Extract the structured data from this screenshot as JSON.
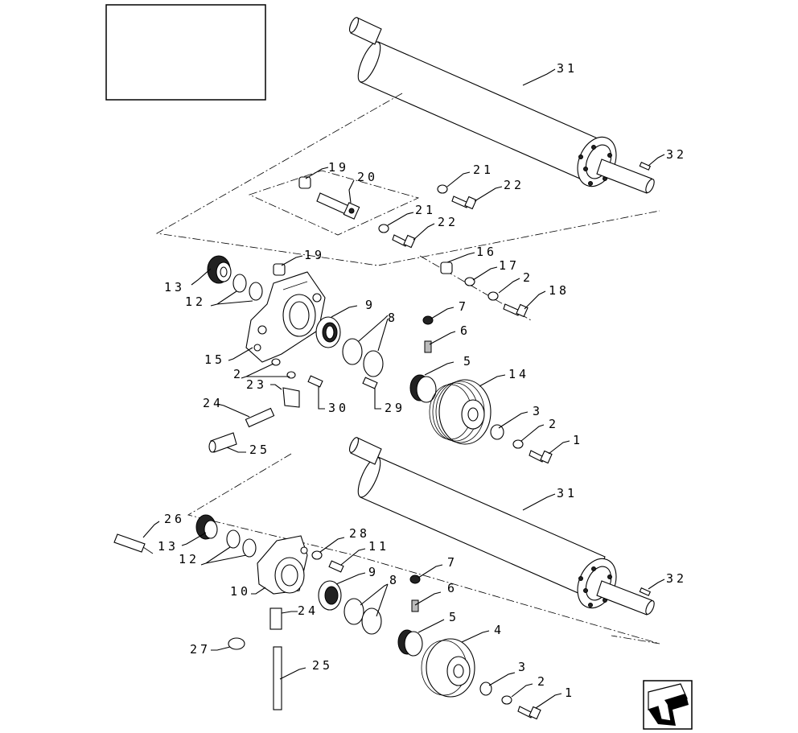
{
  "title_box": {
    "text": ""
  },
  "nav_arrow": {
    "icon": "previous-page-arrow-icon"
  },
  "callouts": {
    "c31a": "31",
    "c32a": "32",
    "c19a": "19",
    "c20": "20",
    "c21a": "21",
    "c22a": "22",
    "c21b": "21",
    "c22b": "22",
    "c19b": "19",
    "c16": "16",
    "c17": "17",
    "c2a": "2",
    "c18": "18",
    "c13a": "13",
    "c12a": "12",
    "c7a": "7",
    "c9a": "9",
    "c8a": "8",
    "c6a": "6",
    "c15": "15",
    "c5a": "5",
    "c14": "14",
    "c2b": "2",
    "c23": "23",
    "c30": "30",
    "c29": "29",
    "c24a": "24",
    "c3a": "3",
    "c2c": "2",
    "c1a": "1",
    "c25a": "25",
    "c31b": "31",
    "c26": "26",
    "c13b": "13",
    "c28": "28",
    "c11": "11",
    "c12b": "12",
    "c9b": "9",
    "c10": "10",
    "c7b": "7",
    "c8b": "8",
    "c6b": "6",
    "c24b": "24",
    "c5b": "5",
    "c4": "4",
    "c27": "27",
    "c25b": "25",
    "c3b": "3",
    "c2d": "2",
    "c1b": "1",
    "c32b": "32"
  }
}
